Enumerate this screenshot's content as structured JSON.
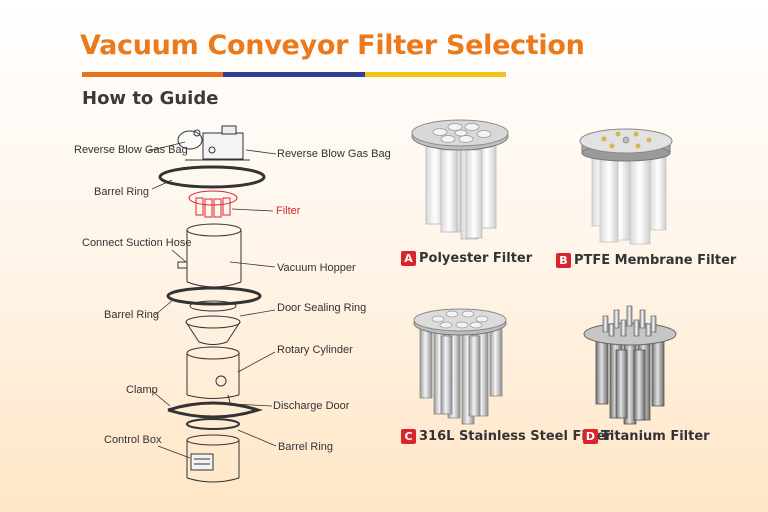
{
  "header": {
    "title": "Vacuum Conveyor Filter Selection",
    "subtitle": "How to Guide",
    "bar_colors": [
      "#e8731a",
      "#2f3f94",
      "#f2c41a"
    ]
  },
  "diagram": {
    "labels": {
      "reverse_blow_left": "Reverse Blow Gas Bag",
      "reverse_blow_right": "Reverse Blow Gas Bag",
      "barrel_ring_1": "Barrel Ring",
      "filter": "Filter",
      "connect_suction_hose": "Connect Suction Hose",
      "vacuum_hopper": "Vacuum Hopper",
      "barrel_ring_2": "Barrel Ring",
      "door_sealing_ring": "Door Sealing Ring",
      "rotary_cylinder": "Rotary Cylinder",
      "clamp": "Clamp",
      "discharge_door": "Discharge Door",
      "control_box": "Control Box",
      "barrel_ring_3": "Barrel Ring"
    },
    "highlight_color": "#d8262e"
  },
  "filters": [
    {
      "letter": "A",
      "name": "Polyester Filter",
      "icon": "polyester-filter-icon"
    },
    {
      "letter": "B",
      "name": "PTFE Membrane Filter",
      "icon": "ptfe-membrane-filter-icon"
    },
    {
      "letter": "C",
      "name": "316L Stainless Steel Filter",
      "icon": "stainless-steel-filter-icon"
    },
    {
      "letter": "D",
      "name": "Titanium Filter",
      "icon": "titanium-filter-icon"
    }
  ]
}
